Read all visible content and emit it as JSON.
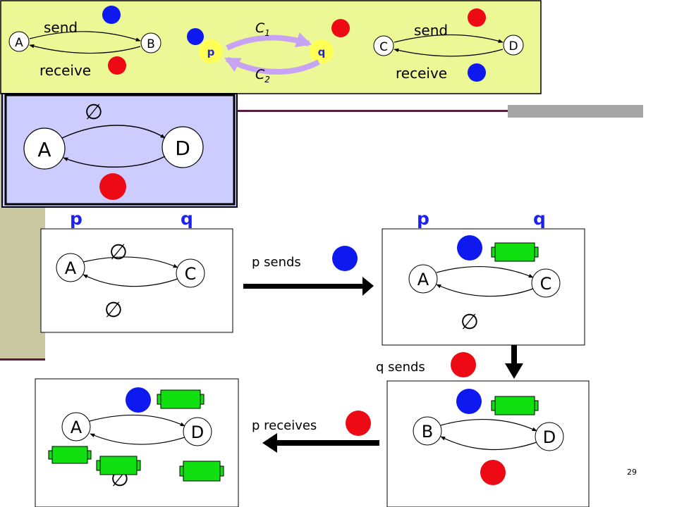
{
  "legend": {
    "send_label": "send",
    "receive_label": "receive",
    "pair1": {
      "left": "A",
      "right": "B"
    },
    "pair2": {
      "left": "C",
      "right": "D"
    },
    "peer_p": "p",
    "peer_q": "q",
    "channel1": "C1",
    "channel2": "C2",
    "c1_base": "C",
    "c1_sub": "1",
    "c2_base": "C",
    "c2_sub": "2"
  },
  "inset": {
    "left": "A",
    "right": "D",
    "empty_symbol": "∅"
  },
  "peer_headers": {
    "p": "p",
    "q": "q"
  },
  "panels": {
    "initial": {
      "left": "A",
      "right": "C",
      "top_queue": "∅",
      "bottom_queue": "∅"
    },
    "after_send": {
      "left": "A",
      "right": "C",
      "bottom_queue": "∅"
    },
    "after_q_send": {
      "left": "B",
      "right": "D"
    },
    "after_receive": {
      "left": "A",
      "right": "D",
      "hidden_symbol": "∅"
    }
  },
  "transitions": {
    "p_sends": "p sends",
    "q_sends": "q sends",
    "p_receives": "p receives"
  },
  "page_number": "29",
  "colors": {
    "legend_bg": "#ecf795",
    "inset_bg": "#ccccff",
    "accent_blue": "#1e22ee",
    "message_blue": "#0e19f0",
    "message_red": "#ee0a14",
    "message_green": "#10e010",
    "peer_yellow": "#ffff55",
    "channel_purple": "#c7a3f3",
    "tan": "#cac8a0",
    "maroon": "#5a1e3c"
  }
}
